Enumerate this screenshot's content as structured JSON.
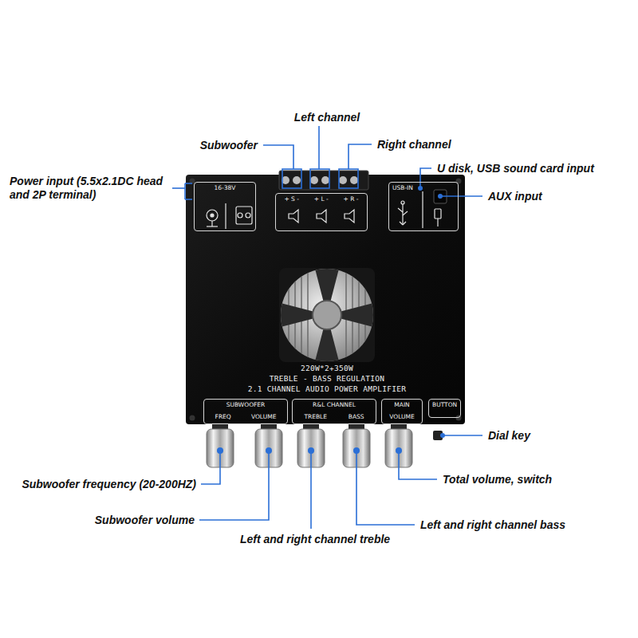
{
  "diagram": {
    "nodes": [
      {
        "text": [
          "16-38V"
        ]
      },
      {
        "text": [
          "+ S -",
          "+ L -",
          "+ R -"
        ]
      },
      {
        "text": [
          "USB-IN"
        ]
      },
      {
        "text": [
          "SUBWOOFER",
          "FREQ",
          "VOLUME"
        ]
      },
      {
        "text": [
          "R&L CHANNEL",
          "TREBLE",
          "BASS"
        ]
      },
      {
        "text": [
          "MAIN",
          "VOLUME"
        ]
      },
      {
        "text": [
          "BUTTON"
        ]
      }
    ],
    "labels": [
      "Left channel",
      "Subwoofer",
      "Right channel",
      "Power input (5.5x2.1DC head and 2P terminal)",
      "U disk, USB sound card input",
      "AUX input",
      "220W*2+350W",
      "TREBLE - BASS REGULATION",
      "2.1 CHANNEL AUDIO POWER AMPLIFIER",
      "Dial key",
      "Subwoofer frequency (20-200HZ)",
      "Total volume, switch",
      "Subwoofer volume",
      "Left and right channel bass",
      "Left and right channel treble"
    ]
  }
}
